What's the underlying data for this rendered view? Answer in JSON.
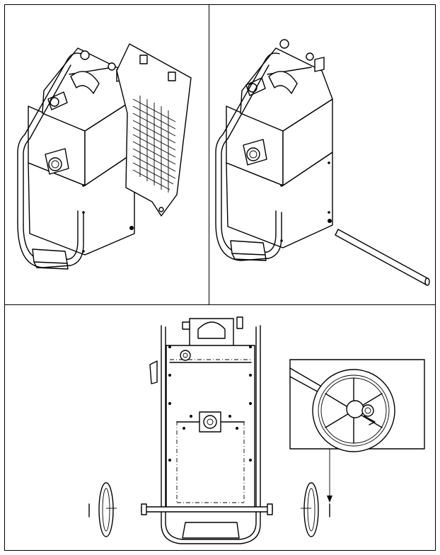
{
  "figure": {
    "panels": [
      {
        "id": "panel-1",
        "content": "unit-with-grille-cover-removed"
      },
      {
        "id": "panel-2",
        "content": "unit-with-axle-rod"
      },
      {
        "id": "panel-3",
        "content": "front-view-with-wheel-detail"
      }
    ],
    "colors": {
      "line": "#000000",
      "background": "#ffffff"
    }
  }
}
